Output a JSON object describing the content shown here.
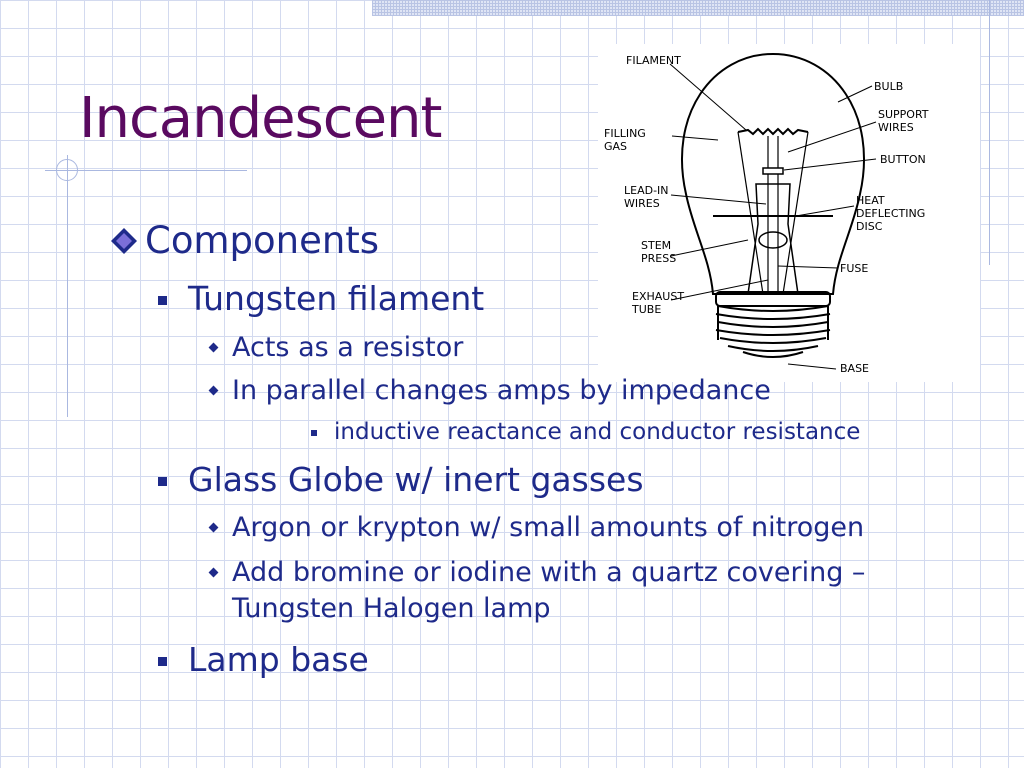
{
  "slide": {
    "title": "Incandescent",
    "bullets": [
      {
        "level": 1,
        "text": "Components"
      },
      {
        "level": 2,
        "text": "Tungsten filament"
      },
      {
        "level": 3,
        "text": "Acts as a resistor"
      },
      {
        "level": 3,
        "text": "In parallel changes amps by impedance"
      },
      {
        "level": 4,
        "text": "inductive reactance and conductor resistance"
      },
      {
        "level": 2,
        "text": "Glass Globe w/ inert gasses"
      },
      {
        "level": 3,
        "text": "Argon or krypton w/ small amounts of nitrogen"
      },
      {
        "level": 3,
        "text": "Add bromine or iodine with a quartz covering –"
      },
      {
        "level": 3,
        "text": "Tungsten Halogen lamp"
      },
      {
        "level": 2,
        "text": "Lamp base"
      }
    ]
  },
  "diagram": {
    "labels": {
      "filament": "FILAMENT",
      "bulb": "BULB",
      "support_wires_1": "SUPPORT",
      "support_wires_2": "WIRES",
      "filling_gas_1": "FILLING",
      "filling_gas_2": "GAS",
      "button": "BUTTON",
      "lead_in_1": "LEAD-IN",
      "lead_in_2": "WIRES",
      "heat_1": "HEAT",
      "heat_2": "DEFLECTING",
      "heat_3": "DISC",
      "stem_1": "STEM",
      "stem_2": "PRESS",
      "fuse": "FUSE",
      "exhaust_1": "EXHAUST",
      "exhaust_2": "TUBE",
      "base": "BASE"
    }
  },
  "colors": {
    "title": "#5a0a60",
    "body_text": "#1e2a8a",
    "grid": "#d3daef"
  }
}
